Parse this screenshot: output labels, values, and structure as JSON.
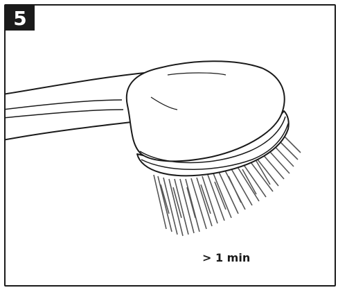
{
  "step": {
    "number": "5"
  },
  "illustration": {
    "subject": "shower-head-spraying-water"
  },
  "instruction": {
    "duration": "> 1 min"
  },
  "colors": {
    "ink": "#1a1a1a",
    "background": "#ffffff"
  }
}
